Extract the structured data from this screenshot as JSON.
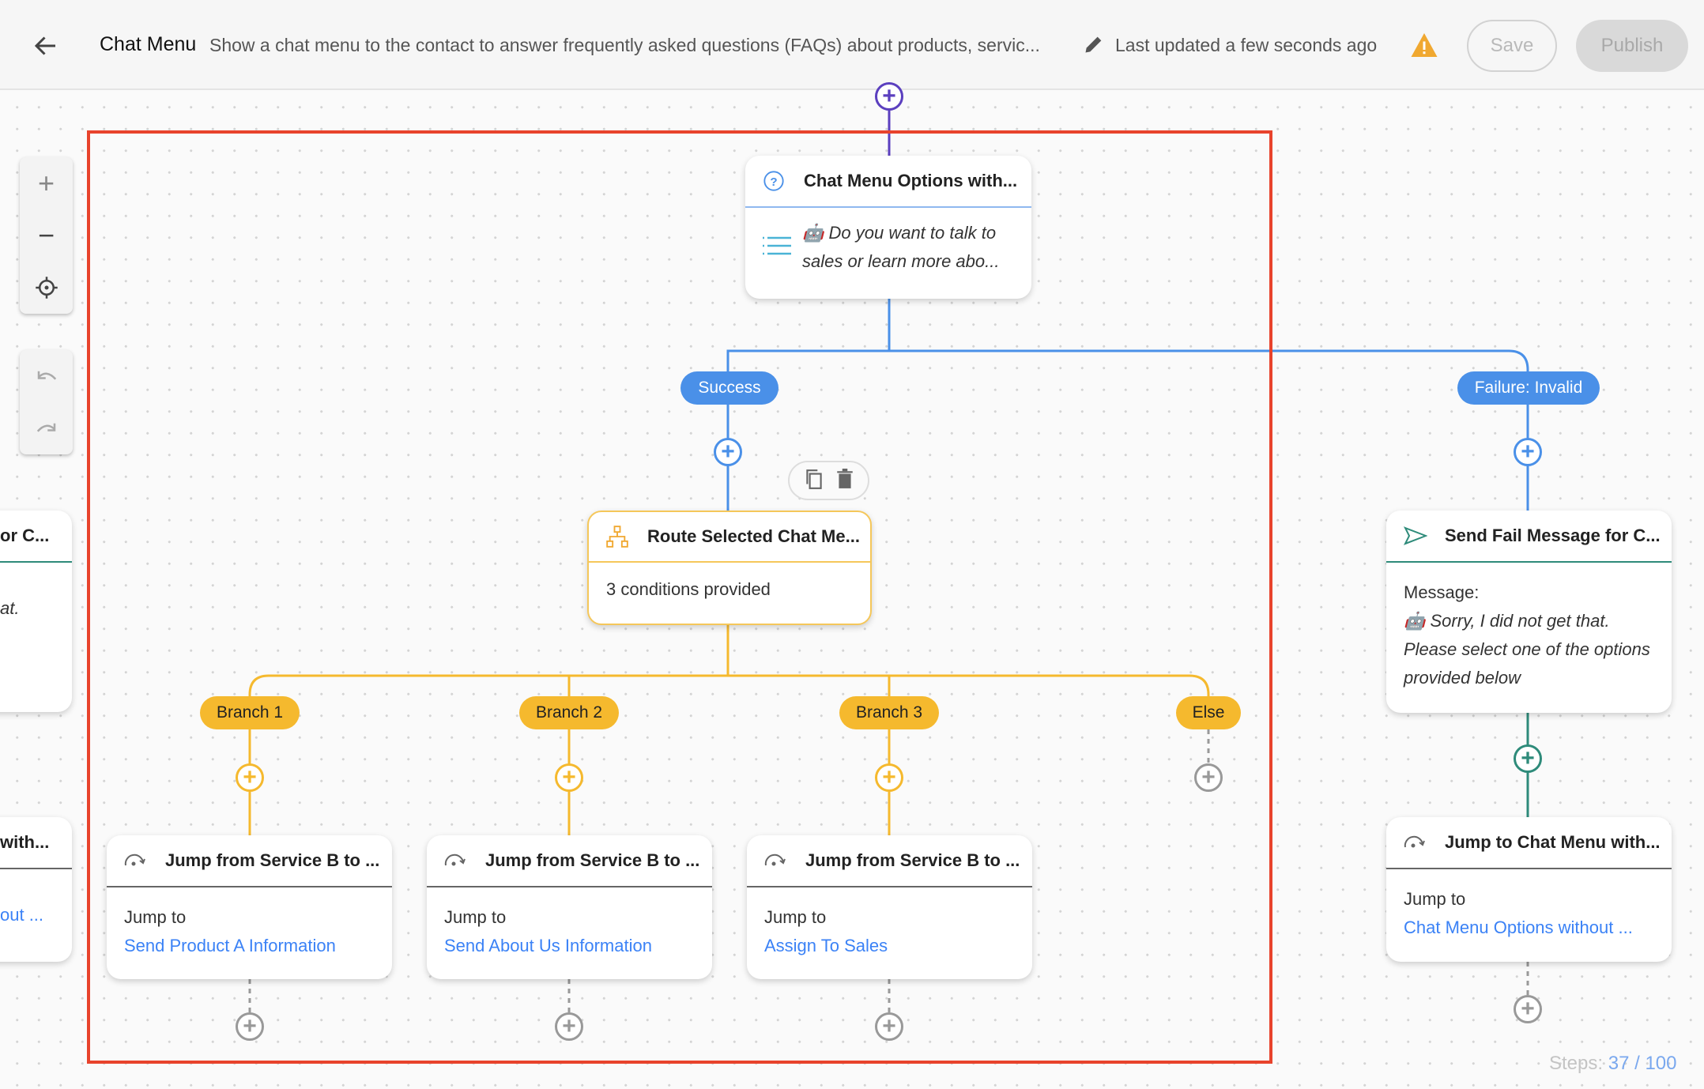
{
  "header": {
    "title": "Chat Menu",
    "description": "Show a chat menu to the contact to answer frequently asked questions (FAQs) about products, servic...",
    "last_updated": "Last updated a few seconds ago",
    "save_label": "Save",
    "publish_label": "Publish"
  },
  "colors": {
    "success": "#4a90e8",
    "branch": "#f5b92e",
    "failure_path": "#2e8b7a",
    "highlight_frame": "#e8432c",
    "entry": "#5b3fbf"
  },
  "nodes": {
    "chat_menu": {
      "title": "Chat Menu Options with...",
      "body": "🤖 Do you want to talk to sales or learn more abo...",
      "icon": "question-circle-icon"
    },
    "route": {
      "title": "Route Selected Chat Me...",
      "body": "3 conditions provided",
      "icon": "sitemap-icon"
    },
    "fail_message": {
      "title": "Send Fail Message for C...",
      "label": "Message:",
      "body": "🤖 Sorry, I did not get that. Please select one of the options provided below",
      "icon": "send-icon"
    },
    "jump_menu": {
      "title": "Jump to Chat Menu with...",
      "label": "Jump to",
      "target": "Chat Menu Options without ..."
    },
    "jumps": [
      {
        "title": "Jump from Service B to ...",
        "label": "Jump to",
        "target": "Send Product A Information"
      },
      {
        "title": "Jump from Service B to ...",
        "label": "Jump to",
        "target": "Send About Us Information"
      },
      {
        "title": "Jump from Service B to ...",
        "label": "Jump to",
        "target": "Assign To Sales"
      }
    ],
    "left_partial": {
      "title1": "or C...",
      "text1": "at.",
      "title2": "with...",
      "link2": "out ..."
    }
  },
  "paths": {
    "success": "Success",
    "failure": "Failure: Invalid",
    "branches": [
      "Branch 1",
      "Branch 2",
      "Branch 3",
      "Else"
    ]
  },
  "steps": {
    "label": "Steps:",
    "used": "37",
    "separator": "/",
    "max": "100"
  }
}
